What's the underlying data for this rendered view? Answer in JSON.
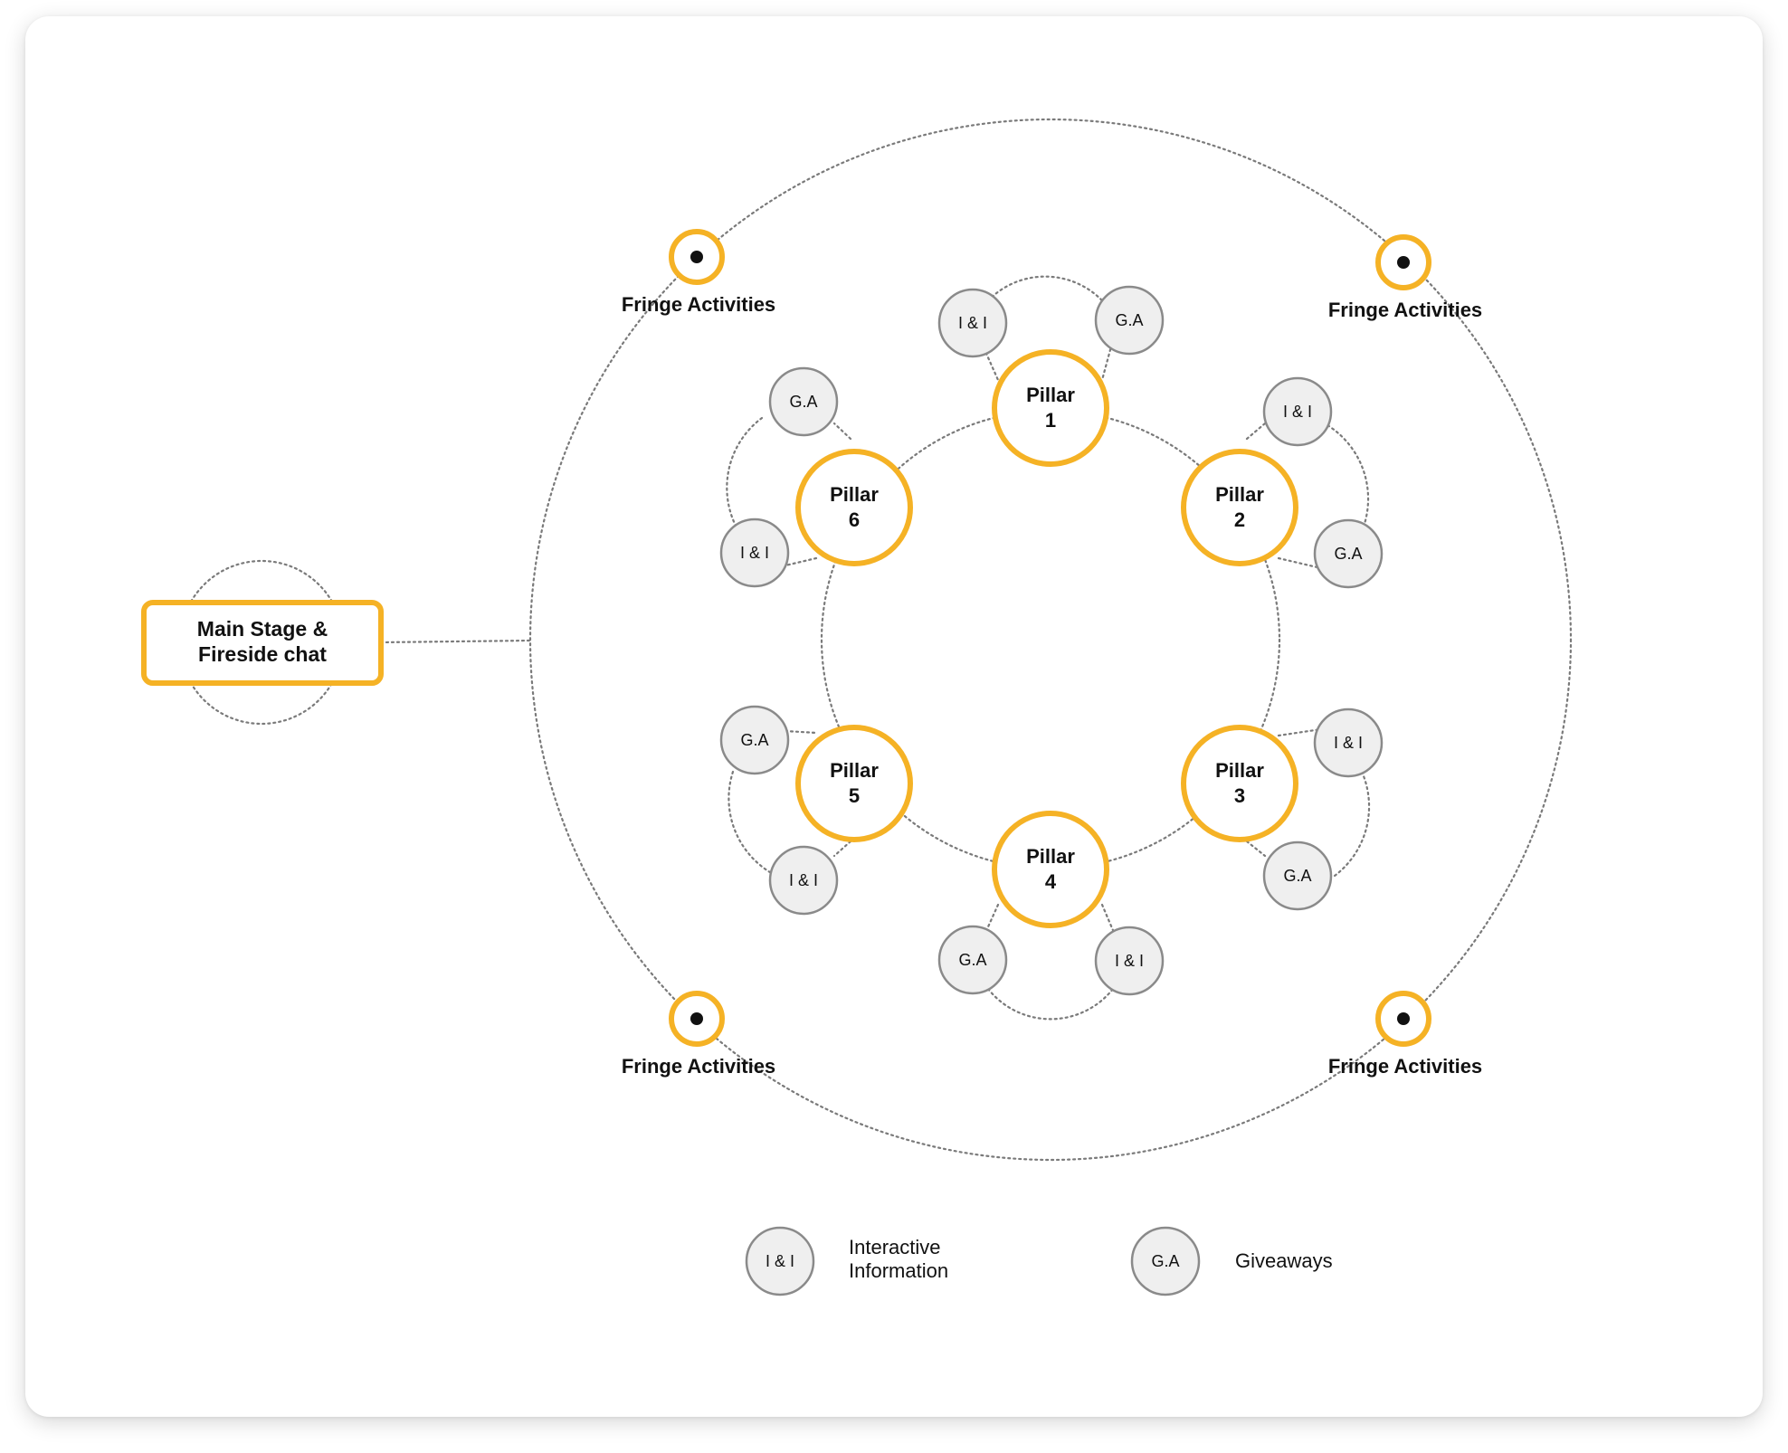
{
  "colors": {
    "accent": "#F5B225",
    "node_fill": "#EFEFEF",
    "node_stroke": "#8A8A8A",
    "connector": "#7A7A7A",
    "dot": "#111111"
  },
  "main_stage": {
    "line1": "Main Stage &",
    "line2": "Fireside chat"
  },
  "pillars": [
    {
      "line1": "Pillar",
      "line2": "1"
    },
    {
      "line1": "Pillar",
      "line2": "2"
    },
    {
      "line1": "Pillar",
      "line2": "3"
    },
    {
      "line1": "Pillar",
      "line2": "4"
    },
    {
      "line1": "Pillar",
      "line2": "5"
    },
    {
      "line1": "Pillar",
      "line2": "6"
    }
  ],
  "node_labels": {
    "ii": "I & I",
    "ga": "G.A"
  },
  "fringe": [
    {
      "label": "Fringe Activities"
    },
    {
      "label": "Fringe Activities"
    },
    {
      "label": "Fringe Activities"
    },
    {
      "label": "Fringe Activities"
    }
  ],
  "legend": {
    "ii": {
      "symbol": "I & I",
      "line1": "Interactive",
      "line2": "Information"
    },
    "ga": {
      "symbol": "G.A",
      "label": "Giveaways"
    }
  }
}
